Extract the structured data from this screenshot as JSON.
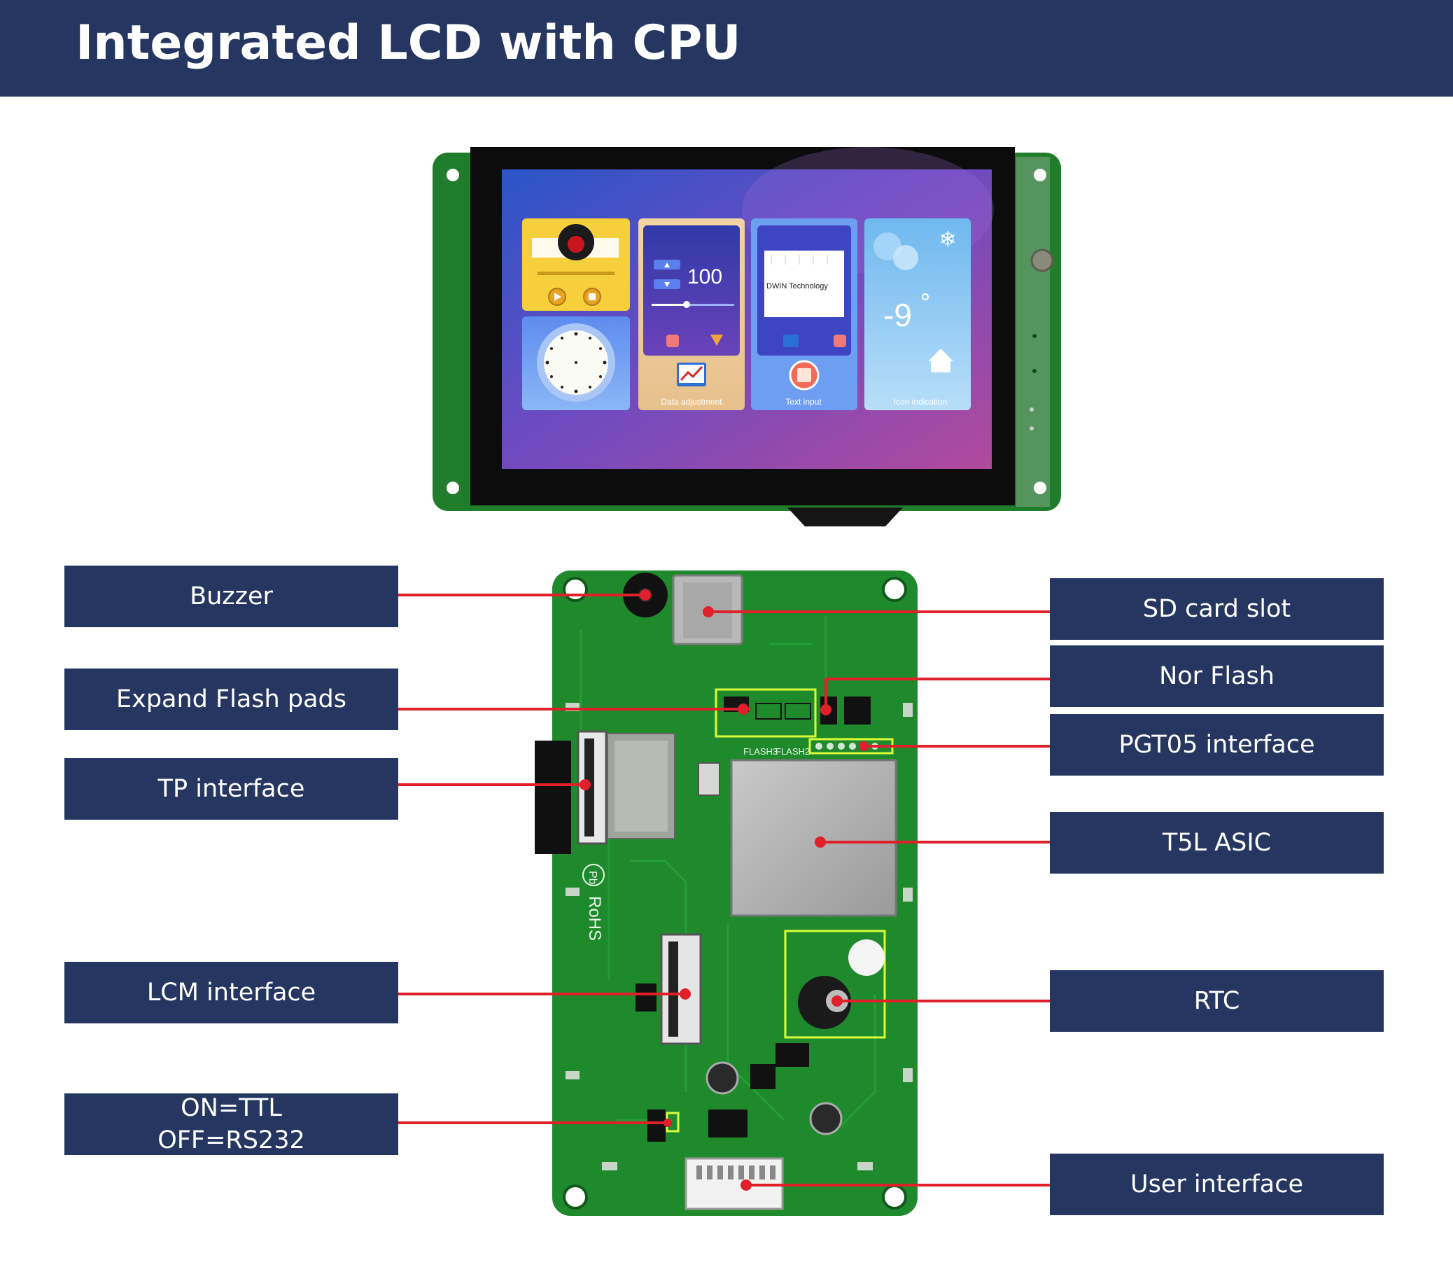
{
  "header": {
    "title": "Integrated LCD with CPU"
  },
  "lcd_screen": {
    "app_value": "100",
    "brand_text": "DWIN Technology",
    "temperature": "-9",
    "tiles": [
      {
        "caption": "Data adjustment"
      },
      {
        "caption": "Text input"
      },
      {
        "caption": "Icon indication"
      }
    ]
  },
  "pcb": {
    "silk_flash3": "FLASH3",
    "silk_flash2": "FLASH2",
    "silk_rohs": "RoHS",
    "silk_pb": "Pb"
  },
  "callouts_left": [
    {
      "label": "Buzzer"
    },
    {
      "label": "Expand Flash pads"
    },
    {
      "label": "TP interface"
    },
    {
      "label": "LCM interface"
    },
    {
      "label_line1": "ON=TTL",
      "label_line2": "OFF=RS232"
    }
  ],
  "callouts_right": [
    {
      "label": "SD card slot"
    },
    {
      "label": "Nor Flash"
    },
    {
      "label": "PGT05 interface"
    },
    {
      "label": "T5L ASIC"
    },
    {
      "label": "RTC"
    },
    {
      "label": "User interface"
    }
  ],
  "colors": {
    "navy": "#253761",
    "pcb_green": "#1f8a2c",
    "callout_red": "#e0202b",
    "highlight_yellow": "#d8ff3a"
  }
}
